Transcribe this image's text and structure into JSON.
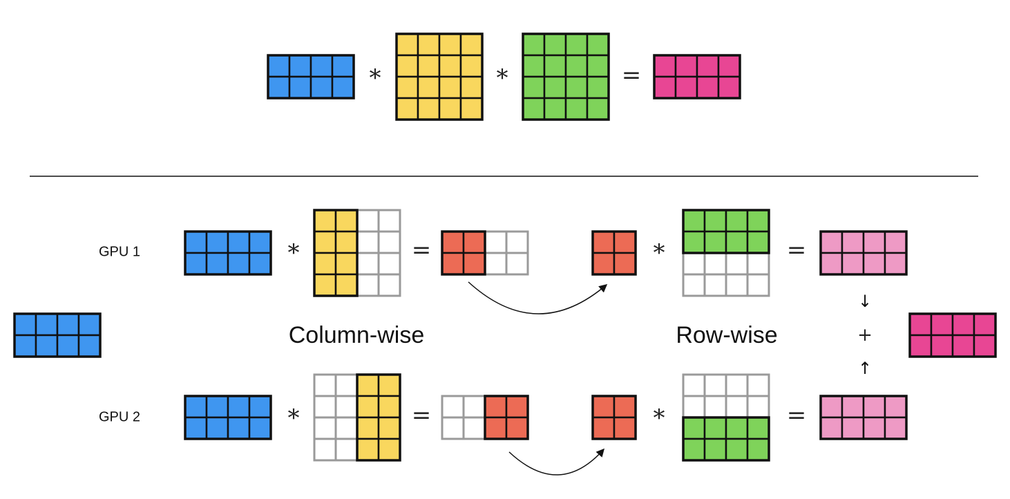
{
  "colors": {
    "blue": "#3f96f0",
    "yellow": "#f9d75e",
    "green": "#7fd35a",
    "red": "#ec6b55",
    "pink": "#ee9ac5",
    "magenta": "#e84694",
    "empty": "#ffffff",
    "border_dark": "#111111",
    "border_gray": "#9a9a9a"
  },
  "operators": {
    "multiply": "*",
    "equals": "=",
    "plus": "+",
    "arrow_down": "↓",
    "arrow_up": "↑"
  },
  "labels": {
    "gpu1": "GPU 1",
    "gpu2": "GPU 2",
    "column_wise": "Column-wise",
    "row_wise": "Row-wise"
  },
  "matrices": {
    "top_input": {
      "rows": 2,
      "cols": 4,
      "fill": "blue"
    },
    "top_weight_a": {
      "rows": 4,
      "cols": 4,
      "fill": "yellow"
    },
    "top_weight_b": {
      "rows": 4,
      "cols": 4,
      "fill": "green"
    },
    "top_output": {
      "rows": 2,
      "cols": 4,
      "fill": "magenta"
    },
    "side_input": {
      "rows": 2,
      "cols": 4,
      "fill": "blue"
    },
    "final_output": {
      "rows": 2,
      "cols": 4,
      "fill": "magenta"
    },
    "gpu1_input": {
      "rows": 2,
      "cols": 4,
      "fill": "blue"
    },
    "gpu1_weight_a": {
      "rows": 4,
      "cols": 4,
      "fill": "yellow",
      "active": "cols",
      "active_range": [
        0,
        2
      ]
    },
    "gpu1_partial": {
      "rows": 2,
      "cols": 4,
      "fill": "red",
      "active": "cols",
      "active_range": [
        0,
        2
      ]
    },
    "gpu1_block": {
      "rows": 2,
      "cols": 2,
      "fill": "red"
    },
    "gpu1_weight_b": {
      "rows": 4,
      "cols": 4,
      "fill": "green",
      "active": "rows",
      "active_range": [
        0,
        2
      ]
    },
    "gpu1_output": {
      "rows": 2,
      "cols": 4,
      "fill": "pink"
    },
    "gpu2_input": {
      "rows": 2,
      "cols": 4,
      "fill": "blue"
    },
    "gpu2_weight_a": {
      "rows": 4,
      "cols": 4,
      "fill": "yellow",
      "active": "cols",
      "active_range": [
        2,
        4
      ]
    },
    "gpu2_partial": {
      "rows": 2,
      "cols": 4,
      "fill": "red",
      "active": "cols",
      "active_range": [
        2,
        4
      ]
    },
    "gpu2_block": {
      "rows": 2,
      "cols": 2,
      "fill": "red"
    },
    "gpu2_weight_b": {
      "rows": 4,
      "cols": 4,
      "fill": "green",
      "active": "rows",
      "active_range": [
        2,
        4
      ]
    },
    "gpu2_output": {
      "rows": 2,
      "cols": 4,
      "fill": "pink"
    }
  }
}
